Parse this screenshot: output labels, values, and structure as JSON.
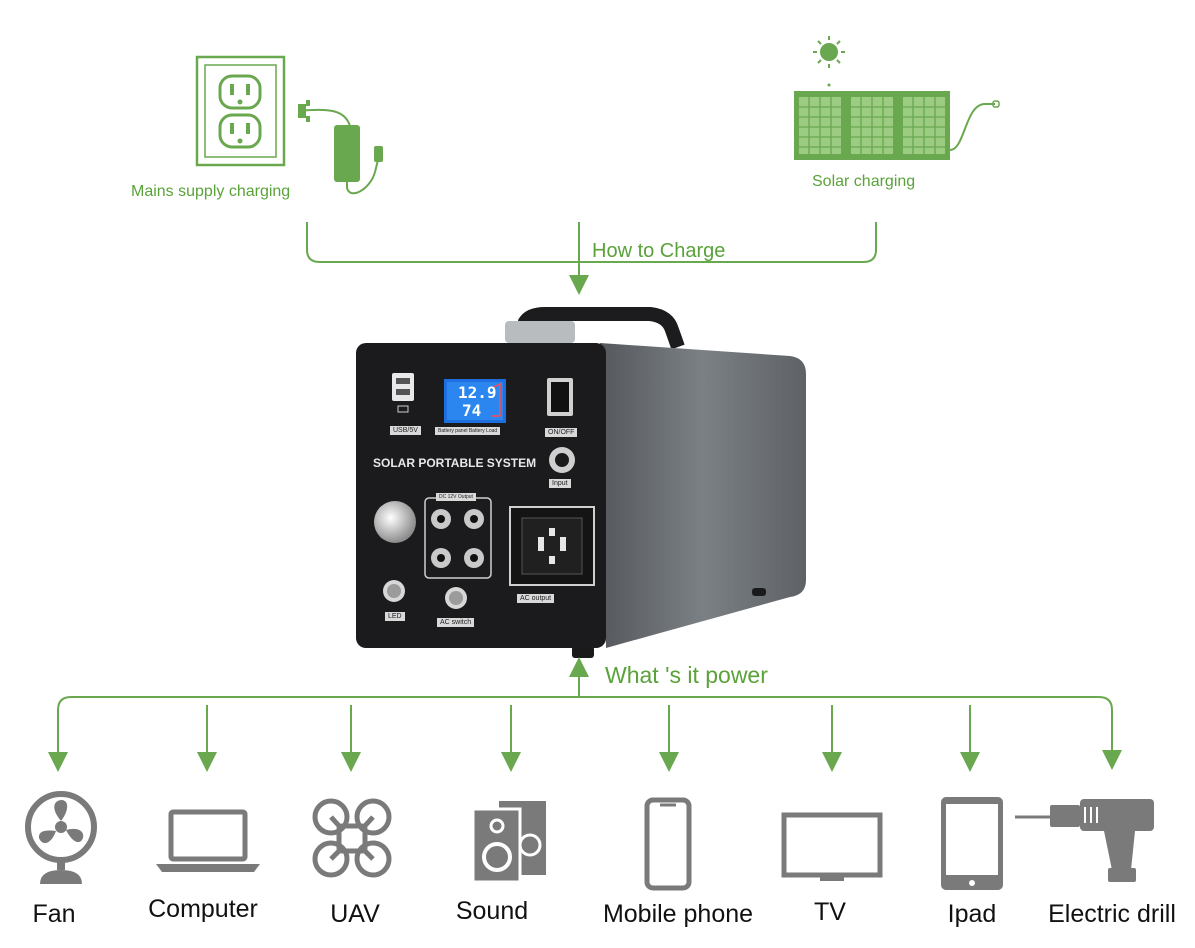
{
  "charge": {
    "mains_label": "Mains supply charging",
    "solar_label": "Solar charging",
    "how_label": "How to Charge"
  },
  "device": {
    "brand_text": "SOLAR PORTABLE SYSTEM",
    "lcd_top": "12.9",
    "lcd_bottom": "74",
    "lcd_caption": "Battery panel Battery Load",
    "usb_label": "USB/5V",
    "onoff_label": "ON/OFF",
    "input_label": "Input",
    "dc_label": "DC 12V Output",
    "led_label": "LED",
    "ac_switch_label": "AC switch",
    "ac_output_label": "AC output"
  },
  "power": {
    "what_label": "What 's it power",
    "items": [
      {
        "label": "Fan",
        "icon": "fan-icon"
      },
      {
        "label": "Computer",
        "icon": "laptop-icon"
      },
      {
        "label": "UAV",
        "icon": "drone-icon"
      },
      {
        "label": "Sound",
        "icon": "speaker-icon"
      },
      {
        "label": "Mobile phone",
        "icon": "phone-icon"
      },
      {
        "label": "TV",
        "icon": "tv-icon"
      },
      {
        "label": "Ipad",
        "icon": "tablet-icon"
      },
      {
        "label": "Electric drill",
        "icon": "drill-icon"
      }
    ]
  },
  "colors": {
    "green": "#5aa23a",
    "icon_gray": "#7a7a7a",
    "device_front": "#1b1b1d",
    "device_side": "#6b7074"
  }
}
